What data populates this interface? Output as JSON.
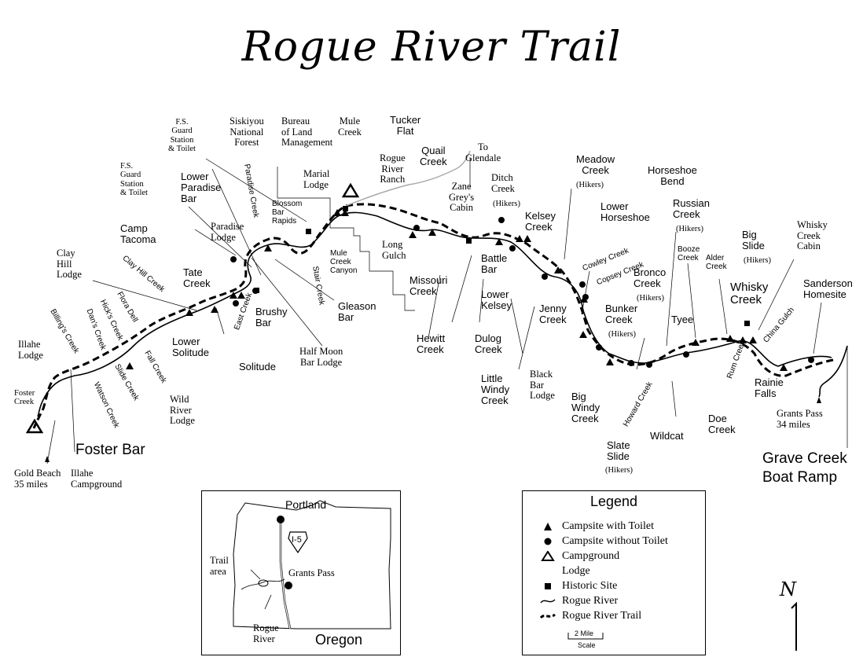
{
  "title": "Rogue River Trail",
  "labels": {
    "fs_guard_toilet": "F.S.\nGuard\nStation\n& Toilet",
    "siskiyou": "Siskiyou\nNational\nForest",
    "blm": "Bureau\nof Land\nManagement",
    "mule_creek": "Mule\nCreek",
    "tucker_flat": "Tucker\nFlat",
    "rogue_river_ranch": "Rogue\nRiver\nRanch",
    "quail_creek": "Quail\nCreek",
    "to_glendale": "To\nGlendale",
    "meadow_creek": "Meadow\nCreek",
    "meadow_hikers": "(Hikers)",
    "horseshoe_bend": "Horseshoe\nBend",
    "fs_guard_station": "F.S.\nGuard\nStation\n& Toilet",
    "lower_paradise_bar": "Lower\nParadise\nBar",
    "paradise_creek": "Paradise Creek",
    "marial_lodge": "Marial\nLodge",
    "zane_greys_cabin": "Zane\nGrey's\nCabin",
    "ditch_creek": "Ditch\nCreek",
    "ditch_hikers": "(Hikers)",
    "lower_horseshoe": "Lower\nHorseshoe",
    "russian_creek": "Russian\nCreek",
    "russian_hikers": "(Hikers)",
    "whisky_creek_cabin": "Whisky\nCreek\nCabin",
    "blossom_bar_rapids": "Blossom\nBar\nRapids",
    "kelsey_creek": "Kelsey\nCreek",
    "camp_tacoma": "Camp\nTacoma",
    "paradise_lodge": "Paradise\nLodge",
    "long_gulch": "Long\nGulch",
    "cowley_creek": "Cowley Creek",
    "copsey_creek": "Copsey Creek",
    "big_slide": "Big\nSlide",
    "big_slide_hikers": "(Hikers)",
    "clay_hill_lodge": "Clay\nHill\nLodge",
    "clay_hill_creek": "Clay Hill Creek",
    "tate_creek": "Tate\nCreek",
    "mule_creek_canyon": "Mule\nCreek\nCanyon",
    "battle_bar": "Battle\nBar",
    "booze_creek": "Booze\nCreek",
    "alder_creek": "Alder\nCreek",
    "missouri_creek": "Missouri\nCreek",
    "bronco_creek": "Bronco\nCreek",
    "bronco_hikers": "(Hikers)",
    "sanderson_homesite": "Sanderson\nHomesite",
    "whisky_creek": "Whisky\nCreek",
    "stair_creek": "Stair Creek",
    "lower_kelsey": "Lower\nKelsey",
    "brushy_bar": "Brushy\nBar",
    "gleason_bar": "Gleason\nBar",
    "jenny_creek": "Jenny\nCreek",
    "bunker_creek": "Bunker\nCreek",
    "bunker_hikers": "(Hikers)",
    "tyee": "Tyee",
    "china_gulch": "China Gulch",
    "illahe_lodge": "Illahe\nLodge",
    "billings_creek": "Billing's Creek",
    "hicks_creek": "Hick's Creek",
    "flora_dell": "Flora Dell",
    "dans_creek": "Dan's Creek",
    "lower_solitude": "Lower\nSolitude",
    "east_creek": "East Creek",
    "solitude": "Solitude",
    "half_moon_bar_lodge": "Half Moon\nBar Lodge",
    "hewitt_creek": "Hewitt\nCreek",
    "dulog_creek": "Dulog\nCreek",
    "rum_creek": "Rum Creek",
    "rainie_falls": "Rainie\nFalls",
    "foster_creek": "Foster\nCreek",
    "fall_creek": "Fall Creek",
    "slide_creek": "Slide Creek",
    "watson_creek": "Watson Creek",
    "wild_river_lodge": "Wild\nRiver\nLodge",
    "little_windy_creek": "Little\nWindy\nCreek",
    "black_bar_lodge": "Black\nBar\nLodge",
    "howard_creek": "Howard Creek",
    "big_windy_creek": "Big\nWindy\nCreek",
    "doe_creek": "Doe\nCreek",
    "grants_pass_34": "Grants Pass\n34 miles",
    "wildcat": "Wildcat",
    "slate_slide": "Slate\nSlide",
    "slate_hikers": "(Hikers)",
    "foster_bar": "Foster Bar",
    "grave_creek_boat_ramp": "Grave Creek\nBoat Ramp",
    "gold_beach": "Gold Beach\n35 miles",
    "illahe_campground": "Illahe\nCampground"
  },
  "inset": {
    "portland": "Portland",
    "i5": "I-5",
    "trail_area": "Trail\narea",
    "grants_pass": "Grants Pass",
    "rogue_river": "Rogue\nRiver",
    "state": "Oregon"
  },
  "legend": {
    "title": "Legend",
    "items": [
      {
        "symbol": "triangle",
        "label": "Campsite with Toilet"
      },
      {
        "symbol": "circle",
        "label": "Campsite without Toilet"
      },
      {
        "symbol": "triangle-open",
        "label": "Campground"
      },
      {
        "symbol": "none",
        "label": "Lodge"
      },
      {
        "symbol": "square",
        "label": "Historic Site"
      },
      {
        "symbol": "river-line",
        "label": "Rogue River"
      },
      {
        "symbol": "dashed-line",
        "label": "Rogue River Trail"
      }
    ],
    "scale_value": "2 Mile",
    "scale_label": "Scale"
  },
  "north": "N"
}
